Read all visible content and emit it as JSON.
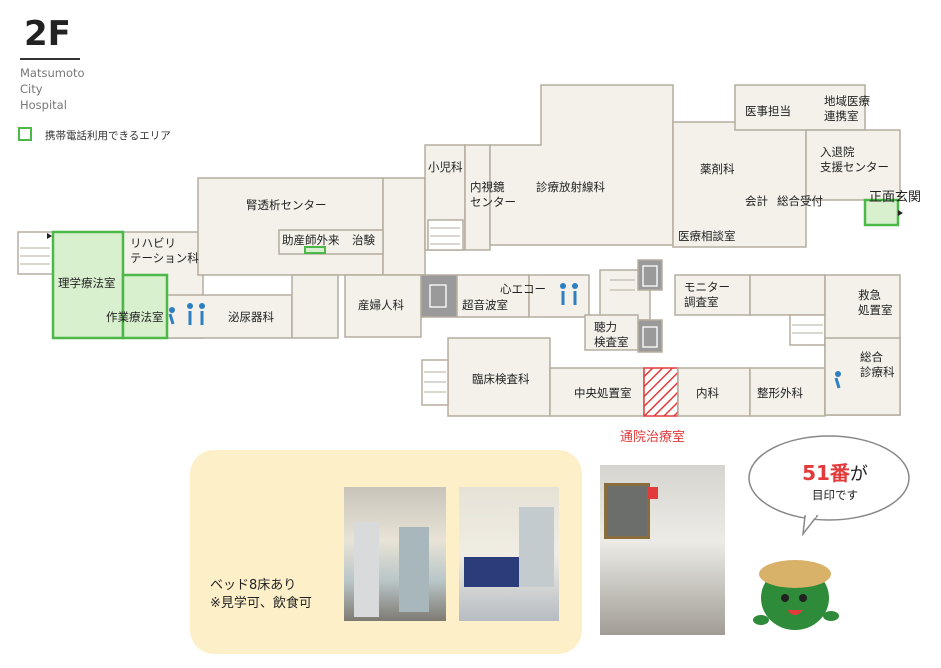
{
  "header": {
    "floor": "2F",
    "hospital_name": "Matsumoto\nCity\nHospital"
  },
  "legend": {
    "text": "携帯電話利用できるエリア",
    "color": "#4bb848"
  },
  "rooms": {
    "rihabiri": "リハビリ\nテーション科",
    "rigaku": "理学療法室",
    "sagyo": "作業療法室",
    "hinyoki": "泌尿器科",
    "jintoseki": "腎透析センター",
    "josanshi": "助産師外来",
    "chiken": "治験",
    "sanfujinka": "産婦人科",
    "chouonpa": "超音波室",
    "shinecho": "心エコー",
    "shonika": "小児科",
    "naishikyo": "内視鏡\nセンター",
    "shinryo_hoshasen": "診療放射線科",
    "yakuzai": "薬剤科",
    "kaikei": "会計",
    "sogo_uketsuke": "総合受付",
    "iryo_sodan": "医療相談室",
    "iji": "医事担当",
    "chiiki": "地域医療\n連携室",
    "nyutaiin": "入退院\n支援センター",
    "shomen": "正面玄関",
    "monitor": "モニター\n調査室",
    "choryoku": "聴力\n検査室",
    "rinsho": "臨床検査科",
    "chuo": "中央処置室",
    "naika": "内科",
    "seikei": "整形外科",
    "kyukyu": "救急\n処置室",
    "sogo_shinryo": "総合\n診療科"
  },
  "callout": {
    "title": "通院治療室",
    "accent": "#e23b3b"
  },
  "bubble": {
    "number": "51番",
    "suffix": "が",
    "line2": "目印です"
  },
  "panel": {
    "text": "ベッド8床あり\n※見学可、飲食可",
    "bg": "#fdf0c9"
  },
  "colors": {
    "wall": "#b5ada0",
    "floor_fill": "#f3f1ea",
    "elevator": "#8c8c8c",
    "restroom": "#2e7fc2"
  }
}
